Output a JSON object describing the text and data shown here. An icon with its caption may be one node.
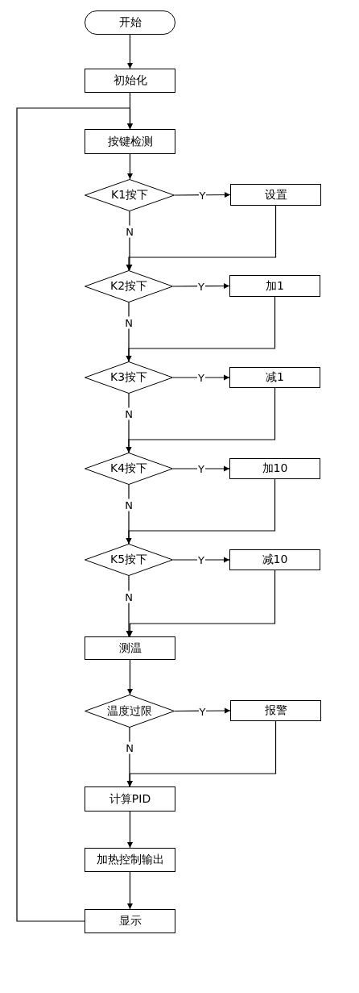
{
  "diagram": {
    "nodes": [
      {
        "text": [
          "开始"
        ]
      },
      {
        "text": [
          "初始化"
        ]
      },
      {
        "text": [
          "按键检测"
        ]
      },
      {
        "text": [
          "K1按下"
        ]
      },
      {
        "text": [
          "设置"
        ]
      },
      {
        "text": [
          "K2按下"
        ]
      },
      {
        "text": [
          "加1"
        ]
      },
      {
        "text": [
          "K3按下"
        ]
      },
      {
        "text": [
          "减1"
        ]
      },
      {
        "text": [
          "K4按下"
        ]
      },
      {
        "text": [
          "加10"
        ]
      },
      {
        "text": [
          "K5按下"
        ]
      },
      {
        "text": [
          "减10"
        ]
      },
      {
        "text": [
          "测温"
        ]
      },
      {
        "text": [
          "温度过限"
        ]
      },
      {
        "text": [
          "报警"
        ]
      },
      {
        "text": [
          "计算PID"
        ]
      },
      {
        "text": [
          "加热控制输出"
        ]
      },
      {
        "text": [
          "显示"
        ]
      }
    ],
    "edges": [
      {
        "from": 0,
        "to": 1,
        "arrow": "to"
      },
      {
        "from": 1,
        "to": 2,
        "arrow": "to"
      },
      {
        "from": 2,
        "to": 3,
        "arrow": "to"
      },
      {
        "from": 3,
        "to": 4,
        "label": "Y",
        "arrow": "to"
      },
      {
        "from": 3,
        "to": 5,
        "label": "N",
        "arrow": "to"
      },
      {
        "from": 4,
        "to": 5,
        "arrow": "to"
      },
      {
        "from": 5,
        "to": 6,
        "label": "Y",
        "arrow": "to"
      },
      {
        "from": 5,
        "to": 7,
        "label": "N",
        "arrow": "to"
      },
      {
        "from": 6,
        "to": 7,
        "arrow": "to"
      },
      {
        "from": 7,
        "to": 8,
        "label": "Y",
        "arrow": "to"
      },
      {
        "from": 7,
        "to": 9,
        "label": "N",
        "arrow": "to"
      },
      {
        "from": 8,
        "to": 9,
        "arrow": "to"
      },
      {
        "from": 9,
        "to": 10,
        "label": "Y",
        "arrow": "to"
      },
      {
        "from": 9,
        "to": 11,
        "label": "N",
        "arrow": "to"
      },
      {
        "from": 10,
        "to": 11,
        "arrow": "to"
      },
      {
        "from": 11,
        "to": 12,
        "label": "Y",
        "arrow": "to"
      },
      {
        "from": 11,
        "to": 13,
        "label": "N",
        "arrow": "to"
      },
      {
        "from": 12,
        "to": 13,
        "arrow": "to"
      },
      {
        "from": 13,
        "to": 14,
        "arrow": "to"
      },
      {
        "from": 14,
        "to": 15,
        "label": "Y",
        "arrow": "to"
      },
      {
        "from": 14,
        "to": 16,
        "label": "N",
        "arrow": "to"
      },
      {
        "from": 15,
        "to": 16,
        "arrow": "to"
      },
      {
        "from": 16,
        "to": 17,
        "arrow": "to"
      },
      {
        "from": 17,
        "to": 18,
        "arrow": "to"
      },
      {
        "from": 18,
        "to": 2,
        "arrow": "to"
      }
    ]
  }
}
